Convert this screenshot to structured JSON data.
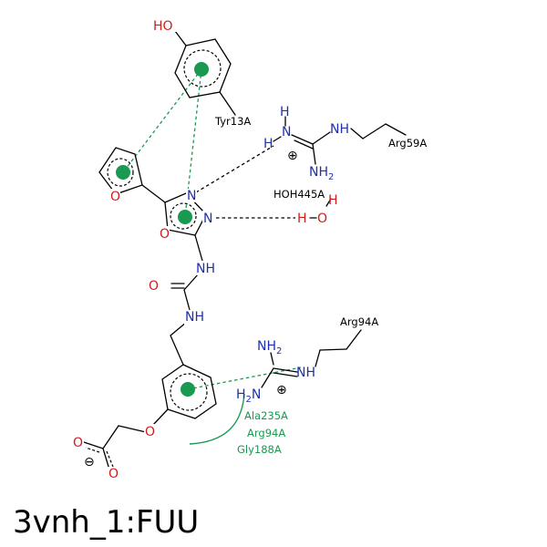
{
  "title": "3vnh_1:FUU",
  "colors": {
    "oxygen": "#cc1f1f",
    "nitrogen": "#1f2fb0",
    "carbon_bond": "#000000",
    "interaction_green": "#1a9950",
    "hbond": "#000000"
  },
  "atoms": {
    "ho": "HO",
    "furan_o": "O",
    "oxadiazole_n1": "N",
    "oxadiazole_n2": "N",
    "oxadiazole_o": "O",
    "nh_upper": "NH",
    "urea_o": "O",
    "nh_lower": "NH",
    "ether_o": "O",
    "carboxylate_o1": "O",
    "carboxylate_o2": "O",
    "water_h1": "H",
    "water_h2": "H",
    "water_o": "O",
    "arg59_h_top": "H",
    "arg59_n_top": "N",
    "arg59_h_left": "H",
    "arg59_nh": "NH",
    "arg59_nh2": "NH",
    "arg59_nh2_sub": "2",
    "arg94_nh2": "NH",
    "arg94_nh2_sub": "2",
    "arg94_nh": "NH",
    "arg94_h2n": "H",
    "arg94_h2n_sub": "2",
    "arg94_h2n_n": "N"
  },
  "charges": {
    "arg59_plus": "⊕",
    "arg94_plus": "⊕",
    "carboxylate_minus": "⊖"
  },
  "residues": {
    "tyr13": "Tyr13A",
    "arg59": "Arg59A",
    "water": "HOH445A",
    "arg94_top": "Arg94A"
  },
  "hydrophobic": [
    "Ala235A",
    "Arg94A",
    "Gly188A"
  ]
}
